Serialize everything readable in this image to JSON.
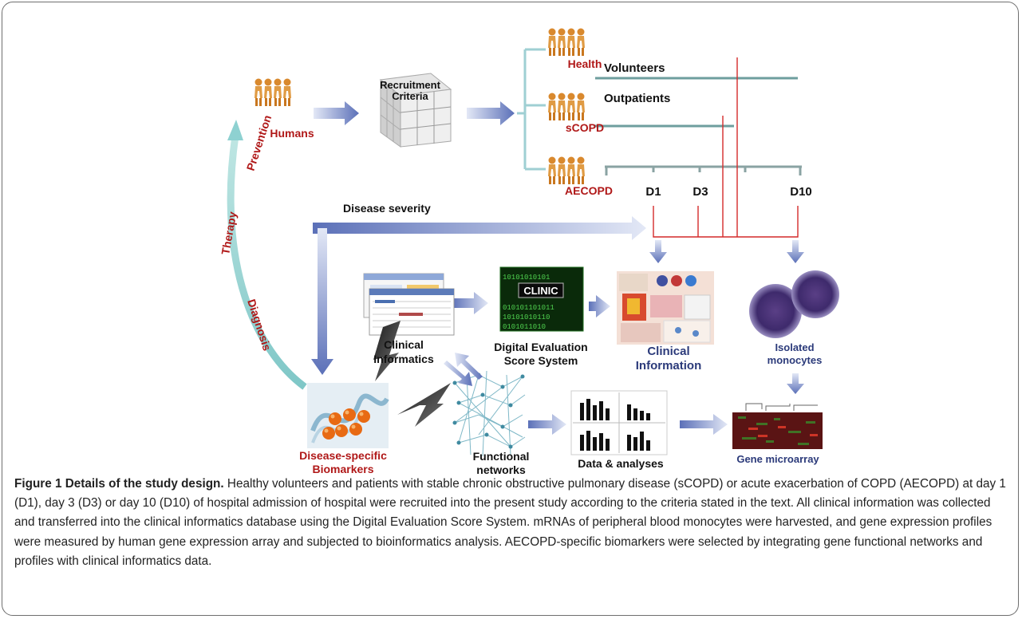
{
  "labels": {
    "volunteers": "Volunteers",
    "health": "Health",
    "outpatients": "Outpatients",
    "scopd": "sCOPD",
    "aecopd": "AECOPD",
    "humans": "Humans",
    "recruitment_1": "Recruitment",
    "recruitment_2": "Criteria",
    "d1": "D1",
    "d3": "D3",
    "d10": "D10",
    "disease_severity": "Disease severity",
    "prevention": "Prevention",
    "therapy": "Therapy",
    "diagnosis": "Diagnosis",
    "clinical_informatics_1": "Clinical",
    "clinical_informatics_2": "Informatics",
    "digital_eval_1": "Digital Evaluation",
    "digital_eval_2": "Score System",
    "clinical_info_1": "Clinical",
    "clinical_info_2": "Information",
    "isolated_1": "Isolated",
    "isolated_2": "monocytes",
    "gene_microarray": "Gene microarray",
    "data_analyses": "Data & analyses",
    "functional_1": "Functional",
    "functional_2": "networks",
    "biomarkers_1": "Disease-specific",
    "biomarkers_2": "Biomarkers",
    "clinic_screen": "CLINIC",
    "binary_lines": [
      "10101010101",
      "010101101011",
      "10101010110",
      "0101011010"
    ]
  },
  "caption": {
    "title": "Figure 1 Details of the study design.",
    "body": " Healthy volunteers and patients with stable chronic obstructive pulmonary disease (sCOPD) or acute exacerbation of COPD (AECOPD) at day 1 (D1), day 3 (D3) or day 10 (D10) of hospital admission of hospital were recruited into the present study according to the criteria stated in the text. All clinical information was collected and transferred into the clinical informatics database using the Digital Evaluation Score System. mRNAs of peripheral blood monocytes were harvested, and gene expression profiles were measured by human gene expression array and subjected to bioinformatics analysis. AECOPD-specific biomarkers were selected by integrating gene functional networks and profiles with clinical informatics data."
  },
  "colors": {
    "dark_red": "#b01818",
    "navy": "#2b3a7a",
    "bracket": "#9fcfd3",
    "red_line": "#d42a2a",
    "arrow": "#6a7fc0",
    "person": "#d9892e"
  }
}
